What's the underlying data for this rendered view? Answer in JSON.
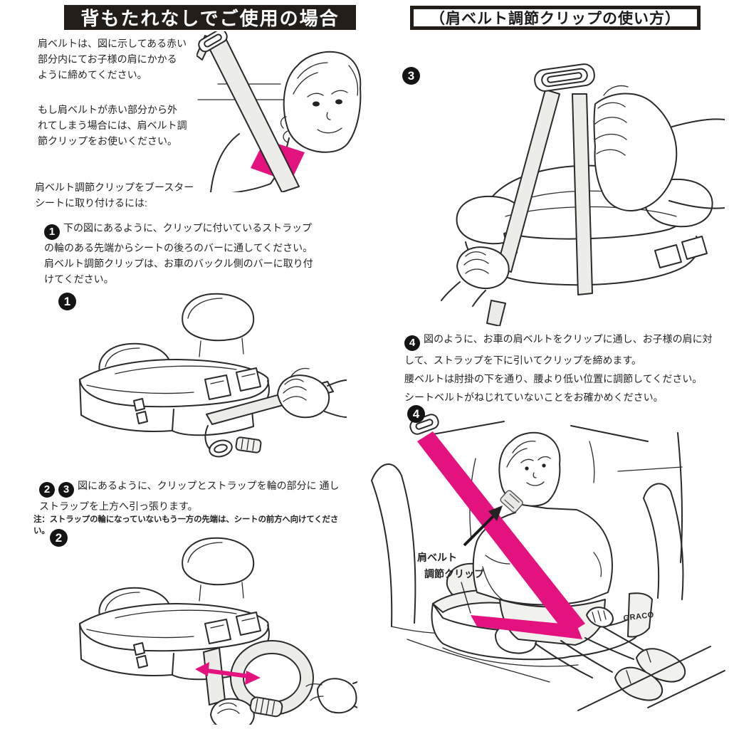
{
  "colors": {
    "accent_pink": "#e4127e",
    "ink": "#232323",
    "title_bar_bg": "#231d19",
    "belt_gray": "#ecece9"
  },
  "left": {
    "title": "背もたれなしでご使用の場合",
    "intro1": "肩ベルトは、図に示してある赤い\n部分内にてお子様の肩にかかる\nように締めてください。",
    "intro2": "もし肩ベルトが赤い部分から外\nれてしまう場合には、肩ベルト調\n節クリップをお使いください。",
    "attach_heading": "肩ベルト調節クリップをブースター\nシートに取り付けるには:",
    "step1": {
      "num": "1",
      "text": "下の図にあるように、クリップに付いているストラップ\nの輪のある先端からシートの後ろのバーに通してください。\n肩ベルト調節クリップは、お車のバックル側のバーに取り付\nけてください。"
    },
    "fig1_num": "1",
    "step23": {
      "num_a": "2",
      "num_b": "3",
      "text": "図にあるように、クリップとストラップを輪の部分に 通し\nストラップを上方へ引っ張ります。"
    },
    "note": "注：ストラップの輪になっていないもう一方の先端は、シートの前方へ向けてください。",
    "fig2_num": "2"
  },
  "right": {
    "title": "（肩ベルト調節クリップの使い方）",
    "fig3_num": "3",
    "step4": {
      "num": "4",
      "text": "図のように、お車の肩ベルトをクリップに通し、お子様の肩に対\nして、ストラップを下に引いてクリップを締めます。\n腰ベルトは肘掛の下を通り、腰より低い位置に調節してください。\nシートベルトがねじれていないことをお確かめください。"
    },
    "fig4_num": "4",
    "belt_label": {
      "line1": "肩ベルト",
      "line2": "調節クリップ"
    },
    "seat_brand": "GRACO"
  }
}
